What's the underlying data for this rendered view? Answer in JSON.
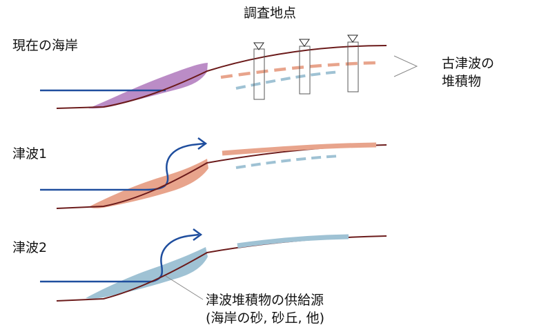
{
  "labels": {
    "survey_point": "調査地点",
    "present_coast": "現在の海岸",
    "paleo_deposit_line1": "古津波の",
    "paleo_deposit_line2": "堆積物",
    "tsunami1": "津波1",
    "tsunami2": "津波2",
    "source_line1": "津波堆積物の供給源",
    "source_line2": "(海岸の砂, 砂丘, 他)"
  },
  "colors": {
    "ground": "#6b1a1a",
    "sea": "#1f4e9e",
    "coastal_sand_present": "#bb8cc6",
    "tsunami1_deposit": "#e8a48c",
    "tsunami2_deposit": "#9fc2d4",
    "core_outline": "#555555",
    "pointer": "#888888"
  }
}
